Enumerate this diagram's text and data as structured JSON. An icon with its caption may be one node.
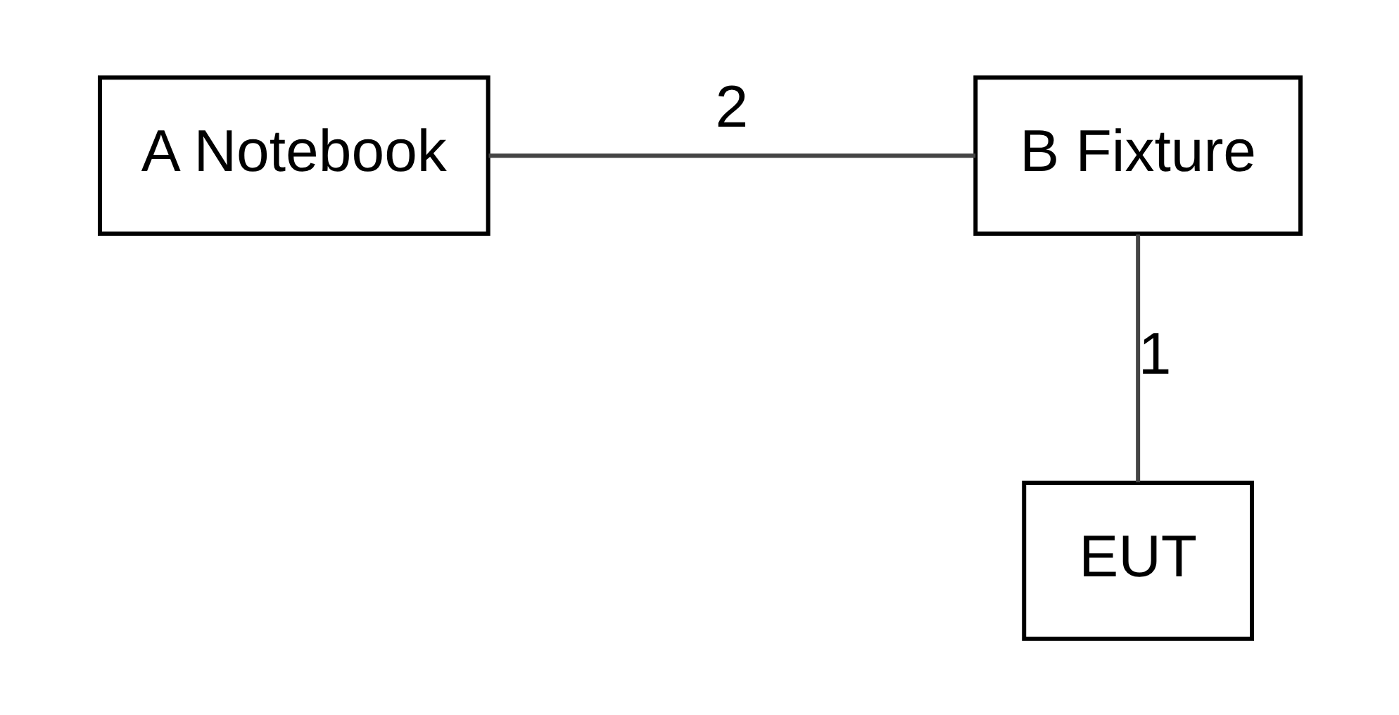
{
  "diagram": {
    "nodes": [
      {
        "text": [
          "A Notebook"
        ]
      },
      {
        "text": [
          "B Fixture"
        ]
      },
      {
        "text": [
          "EUT"
        ]
      }
    ],
    "edges": [
      {
        "from": 0,
        "to": 1,
        "arrow": "none",
        "label": "2"
      },
      {
        "from": 1,
        "to": 2,
        "arrow": "none",
        "label": "1"
      }
    ]
  }
}
